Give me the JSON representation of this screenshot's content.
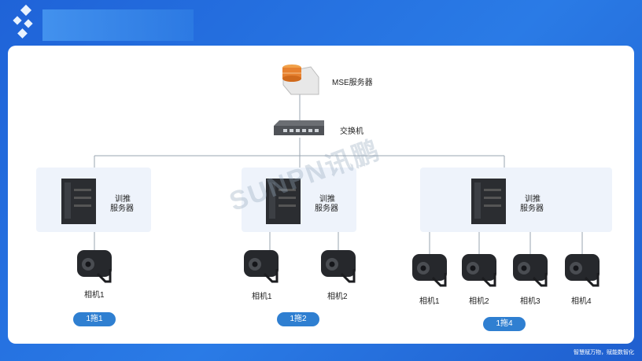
{
  "header": {
    "title": ""
  },
  "diagram": {
    "server": {
      "label": "MSE服务器",
      "icon": "server-database-icon"
    },
    "switch": {
      "label": "交换机",
      "icon": "network-switch-icon"
    },
    "groups": [
      {
        "server_label_1": "训推",
        "server_label_2": "服务器",
        "cameras": [
          "相机1"
        ],
        "badge": "1拖1"
      },
      {
        "server_label_1": "训推",
        "server_label_2": "服务器",
        "cameras": [
          "相机1",
          "相机2"
        ],
        "badge": "1拖2"
      },
      {
        "server_label_1": "训推",
        "server_label_2": "服务器",
        "cameras": [
          "相机1",
          "相机2",
          "相机3",
          "相机4"
        ],
        "badge": "1拖4"
      }
    ]
  },
  "watermark": "SUNPN讯鹏",
  "footer": {
    "slogan": "智慧赋万物，赋能数智化"
  },
  "colors": {
    "background": "#2a7be6",
    "badge": "#2f7fd1",
    "box": "#eef3fb",
    "line": "#9aa5b0"
  }
}
